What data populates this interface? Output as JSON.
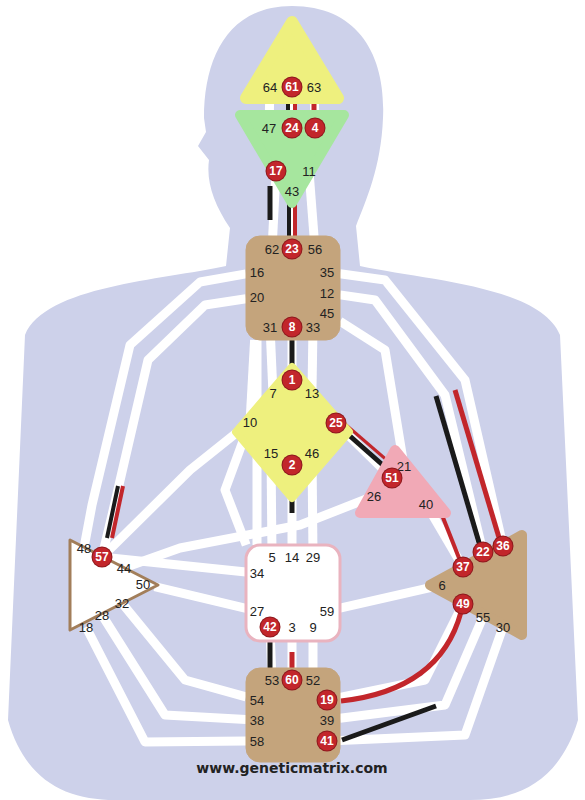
{
  "diagram": {
    "nodes": [
      {
        "text": [
          "64",
          "61",
          "63"
        ]
      },
      {
        "text": [
          "47",
          "24",
          "4",
          "17",
          "11",
          "43"
        ]
      },
      {
        "text": [
          "62",
          "23",
          "56",
          "16",
          "35",
          "20",
          "12",
          "45",
          "31",
          "8",
          "33"
        ]
      },
      {
        "text": [
          "1",
          "7",
          "13",
          "10",
          "25",
          "15",
          "46",
          "2"
        ]
      },
      {
        "text": [
          "21",
          "51",
          "26",
          "40"
        ]
      },
      {
        "text": [
          "48",
          "57",
          "44",
          "50",
          "32",
          "28",
          "18"
        ]
      },
      {
        "text": [
          "5",
          "14",
          "29",
          "34",
          "59",
          "27",
          "42",
          "3",
          "9"
        ]
      },
      {
        "text": [
          "22",
          "36",
          "37",
          "6",
          "49",
          "55",
          "30"
        ]
      },
      {
        "text": [
          "53",
          "60",
          "52",
          "54",
          "19",
          "38",
          "39",
          "58",
          "41"
        ]
      }
    ],
    "edges": [
      {
        "from": 0,
        "to": 1,
        "arrow": "none"
      },
      {
        "from": 0,
        "to": 1,
        "arrow": "none"
      },
      {
        "from": 0,
        "to": 1,
        "arrow": "none"
      },
      {
        "from": 1,
        "to": 2,
        "arrow": "none"
      },
      {
        "from": 1,
        "to": 2,
        "arrow": "none"
      },
      {
        "from": 1,
        "to": 2,
        "arrow": "none"
      },
      {
        "from": 2,
        "to": 3,
        "arrow": "none"
      },
      {
        "from": 2,
        "to": 3,
        "arrow": "none"
      },
      {
        "from": 2,
        "to": 3,
        "arrow": "none"
      },
      {
        "from": 2,
        "to": 3,
        "arrow": "none"
      },
      {
        "from": 2,
        "to": 4,
        "arrow": "none"
      },
      {
        "from": 2,
        "to": 5,
        "arrow": "none"
      },
      {
        "from": 2,
        "to": 5,
        "arrow": "none"
      },
      {
        "from": 2,
        "to": 6,
        "arrow": "none"
      },
      {
        "from": 2,
        "to": 7,
        "arrow": "none"
      },
      {
        "from": 2,
        "to": 7,
        "arrow": "none"
      },
      {
        "from": 3,
        "to": 4,
        "arrow": "none"
      },
      {
        "from": 3,
        "to": 5,
        "arrow": "none"
      },
      {
        "from": 3,
        "to": 6,
        "arrow": "none"
      },
      {
        "from": 3,
        "to": 6,
        "arrow": "none"
      },
      {
        "from": 3,
        "to": 6,
        "arrow": "none"
      },
      {
        "from": 3,
        "to": 6,
        "arrow": "none"
      },
      {
        "from": 4,
        "to": 5,
        "arrow": "none"
      },
      {
        "from": 4,
        "to": 7,
        "arrow": "none"
      },
      {
        "from": 5,
        "to": 6,
        "arrow": "none"
      },
      {
        "from": 5,
        "to": 6,
        "arrow": "none"
      },
      {
        "from": 5,
        "to": 8,
        "arrow": "none"
      },
      {
        "from": 5,
        "to": 8,
        "arrow": "none"
      },
      {
        "from": 5,
        "to": 8,
        "arrow": "none"
      },
      {
        "from": 6,
        "to": 7,
        "arrow": "none"
      },
      {
        "from": 6,
        "to": 8,
        "arrow": "none"
      },
      {
        "from": 6,
        "to": 8,
        "arrow": "none"
      },
      {
        "from": 6,
        "to": 8,
        "arrow": "none"
      },
      {
        "from": 7,
        "to": 8,
        "arrow": "none"
      },
      {
        "from": 7,
        "to": 8,
        "arrow": "none"
      },
      {
        "from": 7,
        "to": 8,
        "arrow": "none"
      }
    ],
    "labels": [
      "www.geneticmatrix.com"
    ]
  }
}
